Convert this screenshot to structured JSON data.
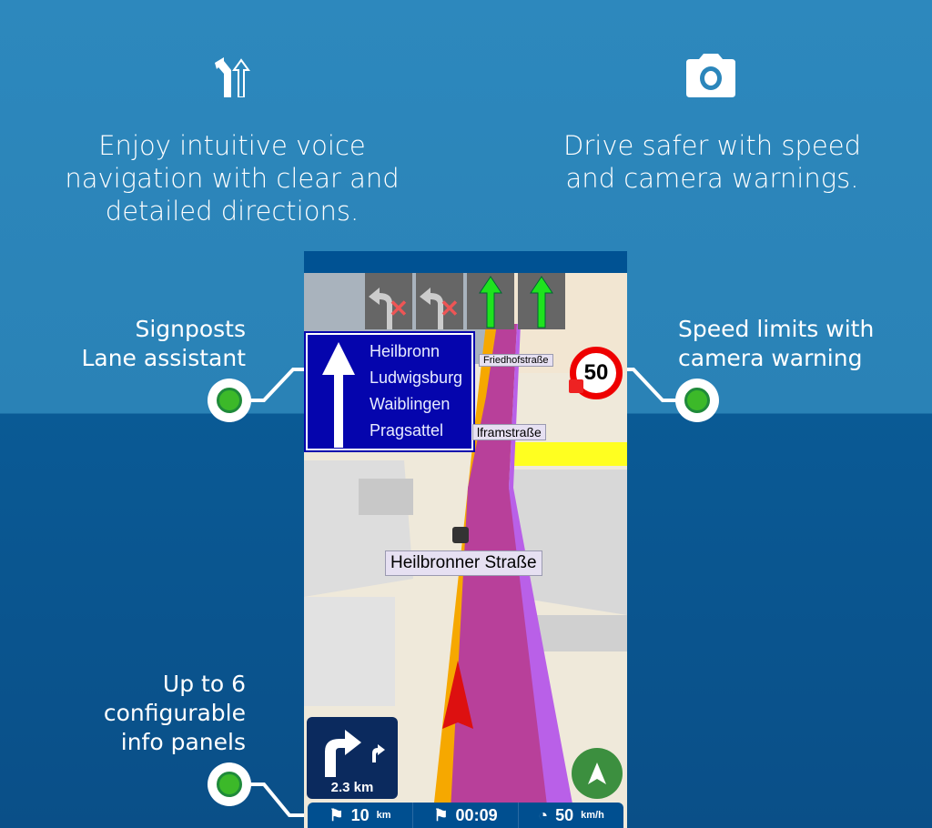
{
  "features": {
    "left": {
      "icon": "lane-arrows-icon",
      "text": "Enjoy intuitive voice navigation with clear and detailed directions."
    },
    "right": {
      "icon": "camera-icon",
      "text": "Drive safer with speed and camera warnings."
    }
  },
  "callouts": {
    "signposts": "Signposts\nLane assistant",
    "speed": "Speed limits with\ncamera warning",
    "panels": "Up to 6\nconfigurable\ninfo panels"
  },
  "map": {
    "signpost": [
      "Heilbronn",
      "Ludwigsburg",
      "Waiblingen",
      "Pragsattel"
    ],
    "lanes": [
      "left-turn-blocked",
      "left-turn-blocked",
      "straight",
      "straight"
    ],
    "speed_limit": "50",
    "streets": {
      "friedhof": "Friedhofstraße",
      "wolfram": "lframstraße",
      "current": "Heilbronner Straße"
    },
    "next_turn_distance": "2.3 km",
    "info_panels": [
      {
        "icon": "flag-distance-icon",
        "value": "10",
        "unit": "km"
      },
      {
        "icon": "flag-clock-icon",
        "value": "00:09",
        "unit": ""
      },
      {
        "icon": "speedometer-icon",
        "value": "50",
        "unit": "km/h"
      }
    ]
  },
  "colors": {
    "route": "#b8409a",
    "accent_green": "#3cb929",
    "sign_blue": "#0505ad"
  }
}
